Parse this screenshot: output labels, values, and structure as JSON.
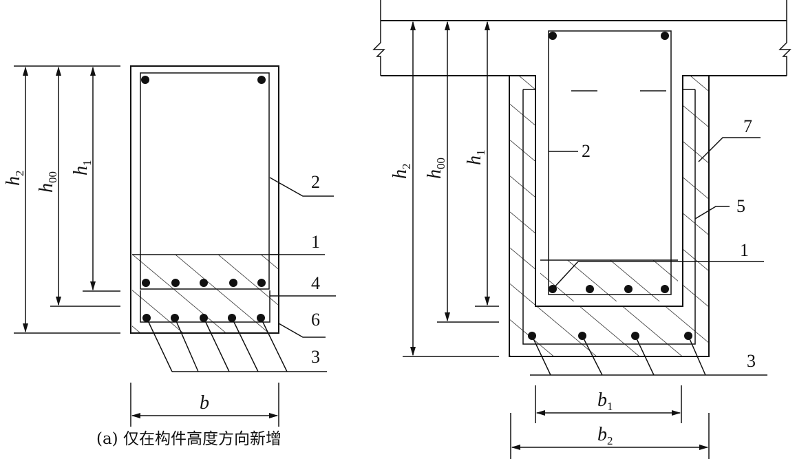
{
  "figure_a": {
    "caption": "(a) 仅在构件高度方向新增",
    "dims": {
      "h2": "h",
      "h2_sub": "2",
      "h00": "h",
      "h00_sub": "00",
      "h1": "h",
      "h1_sub": "1",
      "b": "b"
    },
    "labels": {
      "l2": "2",
      "l1": "1",
      "l4": "4",
      "l6": "6",
      "l3": "3"
    }
  },
  "figure_b": {
    "dims": {
      "h2": "h",
      "h2_sub": "2",
      "h00": "h",
      "h00_sub": "00",
      "h1": "h",
      "h1_sub": "1",
      "b1": "b",
      "b1_sub": "1",
      "b2": "b",
      "b2_sub": "2"
    },
    "labels": {
      "l2": "2",
      "l7": "7",
      "l5": "5",
      "l1": "1",
      "l3": "3"
    }
  }
}
